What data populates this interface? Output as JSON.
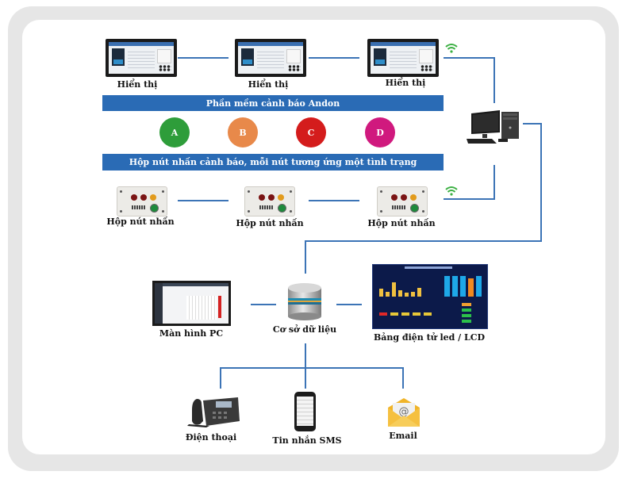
{
  "diagram": {
    "title_bar_software": "Phần mềm cảnh báo Andon",
    "title_bar_buttons": "Hộp nút nhấn cảnh báo, mỗi nút tương ứng một tình trạng",
    "displays": [
      {
        "label": "Hiển thị"
      },
      {
        "label": "Hiển thị"
      },
      {
        "label": "Hiển thị"
      }
    ],
    "status_buttons": [
      {
        "letter": "A",
        "color": "#2e9d3a"
      },
      {
        "letter": "B",
        "color": "#e8894a"
      },
      {
        "letter": "C",
        "color": "#d41c1c"
      },
      {
        "letter": "D",
        "color": "#d0197e"
      }
    ],
    "button_boxes": [
      {
        "label": "Hộp nút nhấn"
      },
      {
        "label": "Hộp nút nhấn"
      },
      {
        "label": "Hộp nút nhấn"
      }
    ],
    "server_icon": "desktop-computer-icon",
    "outputs": {
      "pc_screen": "Màn hình PC",
      "database": "Cơ sở dữ liệu",
      "led_board": "Bảng điện tử led / LCD"
    },
    "notifications": {
      "phone": "Điện thoại",
      "sms": "Tin nhắn SMS",
      "email": "Email"
    },
    "colors": {
      "connector": "#3c74b6",
      "bar": "#2a6bb5",
      "wifi": "#3cb043"
    }
  }
}
